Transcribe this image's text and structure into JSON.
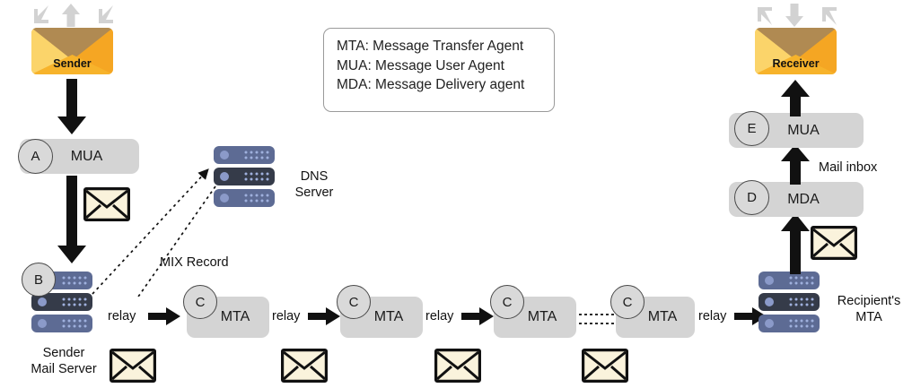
{
  "legend": {
    "lines": [
      "MTA: Message Transfer Agent",
      "MUA: Message User Agent",
      "MDA: Message Delivery agent"
    ]
  },
  "sender": {
    "envelope_label": "Sender",
    "mua": {
      "step": "A",
      "label": "MUA"
    },
    "mail_server": {
      "step": "B",
      "line1": "Sender",
      "line2": "Mail Server"
    }
  },
  "dns": {
    "line1": "DNS",
    "line2": "Server",
    "record_label": "MIX Record"
  },
  "chain": {
    "relay_labels": [
      "relay",
      "relay",
      "relay",
      "relay"
    ],
    "mtas": [
      {
        "step": "C",
        "label": "MTA"
      },
      {
        "step": "C",
        "label": "MTA"
      },
      {
        "step": "C",
        "label": "MTA"
      },
      {
        "step": "C",
        "label": "MTA"
      }
    ]
  },
  "recipient": {
    "mta": {
      "line1": "Recipient's",
      "line2": "MTA"
    },
    "mda": {
      "step": "D",
      "label": "MDA"
    },
    "mua": {
      "step": "E",
      "label": "MUA"
    },
    "inbox_label": "Mail inbox",
    "envelope_label": "Receiver"
  },
  "colors": {
    "envelope_flap": "#b08a52",
    "envelope_left": "#fbd46a",
    "envelope_right": "#f5a623",
    "envelope_body": "#f7b32b",
    "small_envelope_fill": "#faf3dc",
    "box_gray": "#d4d4d4",
    "rack_light": "#5d6b94",
    "rack_dark": "#353b49",
    "rack_dot": "#8b9ac9",
    "arrow_black": "#111111",
    "decor_arrow": "#d2d2d2"
  }
}
